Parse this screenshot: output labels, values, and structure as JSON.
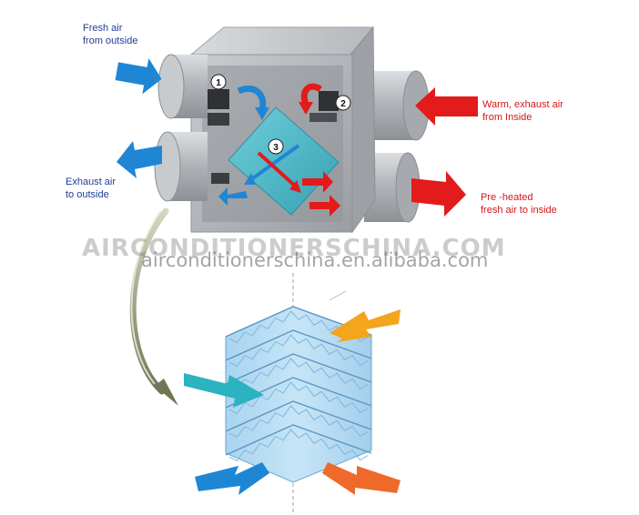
{
  "labels": {
    "fresh_air_line1": "Fresh air",
    "fresh_air_line2": "from outside",
    "exhaust_air_line1": "Exhaust air",
    "exhaust_air_line2": "to outside",
    "warm_exhaust_line1": "Warm, exhaust air",
    "warm_exhaust_line2": "from Inside",
    "preheated_line1": "Pre -heated",
    "preheated_line2": "fresh air to inside"
  },
  "markers": {
    "one": "1",
    "two": "2",
    "three": "3"
  },
  "watermarks": {
    "primary": "AIRCONDITIONERSCHINA.COM",
    "secondary": "airconditionerschina.en.alibaba.com"
  },
  "colors": {
    "cold_air": "#1f86d6",
    "warm_air": "#e31b1b",
    "core": "#49b9c9",
    "housing": "#b9bcc0",
    "incoming_warm_orange": "#f3a51b",
    "outgoing_orange": "#ef6a2a",
    "teal_in": "#2bb3c0"
  }
}
